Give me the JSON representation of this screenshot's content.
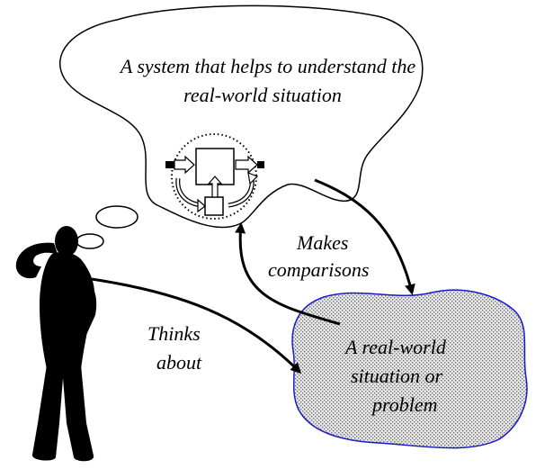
{
  "thought_cloud": {
    "line1": "A system that helps to understand the",
    "line2": "real-world situation"
  },
  "arrows": {
    "makes_comparisons_line1": "Makes",
    "makes_comparisons_line2": "comparisons",
    "thinks_about_line1": "Thinks",
    "thinks_about_line2": "about"
  },
  "real_world": {
    "line1": "A real-world",
    "line2": "situation or",
    "line3": "problem"
  },
  "colors": {
    "outline": "#000000",
    "blob_outline": "#1a1acc",
    "blob_fill": "#d9d9d9"
  }
}
